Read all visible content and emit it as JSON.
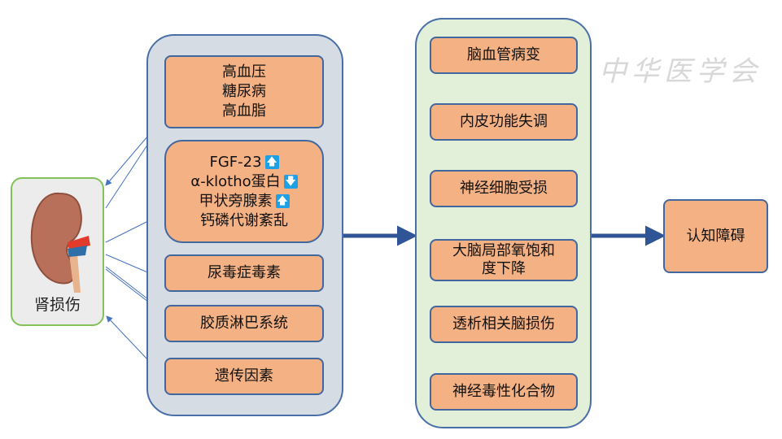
{
  "kidney": {
    "label": "肾损伤",
    "icon": "kidney-icon"
  },
  "factors": [
    {
      "lines": [
        "高血压",
        "糖尿病",
        "高血脂"
      ]
    },
    {
      "lines": [
        {
          "text": "FGF-23",
          "trend": "up"
        },
        {
          "text": "α-klotho蛋白",
          "trend": "down"
        },
        {
          "text": "甲状旁腺素",
          "trend": "up"
        },
        {
          "text": "钙磷代谢紊乱"
        }
      ]
    },
    {
      "lines": [
        "尿毒症毒素"
      ]
    },
    {
      "lines": [
        "胶质淋巴系统"
      ]
    },
    {
      "lines": [
        "遗传因素"
      ]
    }
  ],
  "mechanisms": [
    "脑血管病变",
    "内皮功能失调",
    "神经细胞受损",
    "大脑局部氧饱和度下降",
    "透析相关脑损伤",
    "神经毒性化合物"
  ],
  "outcome": "认知障碍",
  "watermark": "中华医学会",
  "arrow_symbols": {
    "up": "🡅",
    "down": "🡇"
  },
  "colors": {
    "box": "#f4b183",
    "border": "#41689e",
    "left_panel": "#d6dce4",
    "mid_panel": "#e2efd9",
    "kidney_border": "#82c25a",
    "trend_badge": "#1ea0e6"
  }
}
